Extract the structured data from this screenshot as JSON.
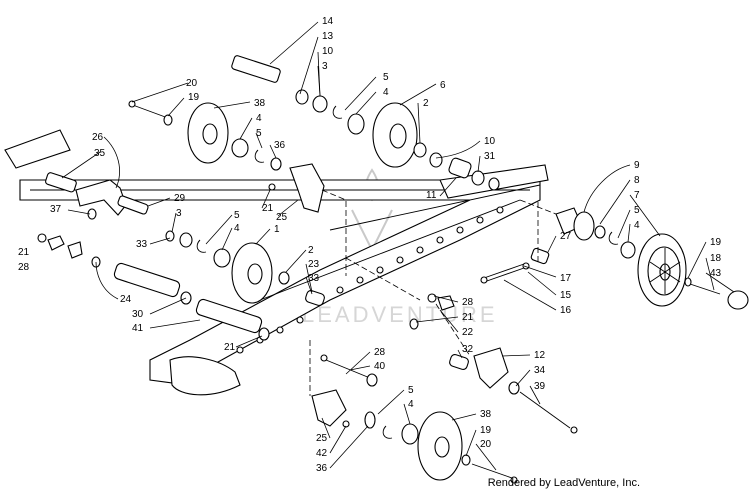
{
  "watermark": {
    "text": "LEADVENTURE"
  },
  "credit": "Rendered by LeadVenture, Inc.",
  "callouts": [
    {
      "n": "14"
    },
    {
      "n": "13"
    },
    {
      "n": "10"
    },
    {
      "n": "3"
    },
    {
      "n": "5"
    },
    {
      "n": "4"
    },
    {
      "n": "6"
    },
    {
      "n": "2"
    },
    {
      "n": "20"
    },
    {
      "n": "19"
    },
    {
      "n": "38"
    },
    {
      "n": "4"
    },
    {
      "n": "5"
    },
    {
      "n": "36"
    },
    {
      "n": "10"
    },
    {
      "n": "31"
    },
    {
      "n": "11"
    },
    {
      "n": "26"
    },
    {
      "n": "35"
    },
    {
      "n": "21"
    },
    {
      "n": "25"
    },
    {
      "n": "37"
    },
    {
      "n": "29"
    },
    {
      "n": "3"
    },
    {
      "n": "5"
    },
    {
      "n": "4"
    },
    {
      "n": "33"
    },
    {
      "n": "1"
    },
    {
      "n": "21"
    },
    {
      "n": "28"
    },
    {
      "n": "2"
    },
    {
      "n": "23"
    },
    {
      "n": "33"
    },
    {
      "n": "9"
    },
    {
      "n": "8"
    },
    {
      "n": "7"
    },
    {
      "n": "5"
    },
    {
      "n": "4"
    },
    {
      "n": "27"
    },
    {
      "n": "17"
    },
    {
      "n": "15"
    },
    {
      "n": "16"
    },
    {
      "n": "19"
    },
    {
      "n": "18"
    },
    {
      "n": "43"
    },
    {
      "n": "24"
    },
    {
      "n": "30"
    },
    {
      "n": "41"
    },
    {
      "n": "28"
    },
    {
      "n": "21"
    },
    {
      "n": "22"
    },
    {
      "n": "21"
    },
    {
      "n": "32"
    },
    {
      "n": "28"
    },
    {
      "n": "40"
    },
    {
      "n": "12"
    },
    {
      "n": "34"
    },
    {
      "n": "39"
    },
    {
      "n": "5"
    },
    {
      "n": "4"
    },
    {
      "n": "38"
    },
    {
      "n": "19"
    },
    {
      "n": "20"
    },
    {
      "n": "25"
    },
    {
      "n": "42"
    },
    {
      "n": "36"
    }
  ]
}
